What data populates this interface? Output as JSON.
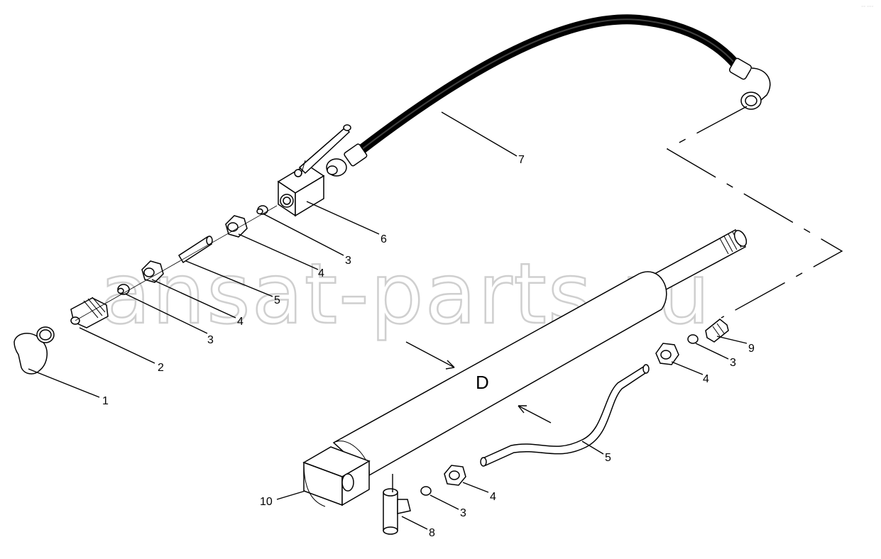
{
  "watermark": "ansat-parts.ru",
  "corner_mark": "⁻⁻ ⁻⁻⁻",
  "view_label": "D",
  "callouts": [
    {
      "id": "c1",
      "text": "1"
    },
    {
      "id": "c2",
      "text": "2"
    },
    {
      "id": "c3a",
      "text": "3"
    },
    {
      "id": "c4a",
      "text": "4"
    },
    {
      "id": "c5a",
      "text": "5"
    },
    {
      "id": "c4b",
      "text": "4"
    },
    {
      "id": "c3b",
      "text": "3"
    },
    {
      "id": "c6",
      "text": "6"
    },
    {
      "id": "c7",
      "text": "7"
    },
    {
      "id": "c9",
      "text": "9"
    },
    {
      "id": "c3c",
      "text": "3"
    },
    {
      "id": "c4c",
      "text": "4"
    },
    {
      "id": "c5b",
      "text": "5"
    },
    {
      "id": "c10",
      "text": "10"
    },
    {
      "id": "c8",
      "text": "8"
    },
    {
      "id": "c3d",
      "text": "3"
    },
    {
      "id": "c4d",
      "text": "4"
    }
  ]
}
